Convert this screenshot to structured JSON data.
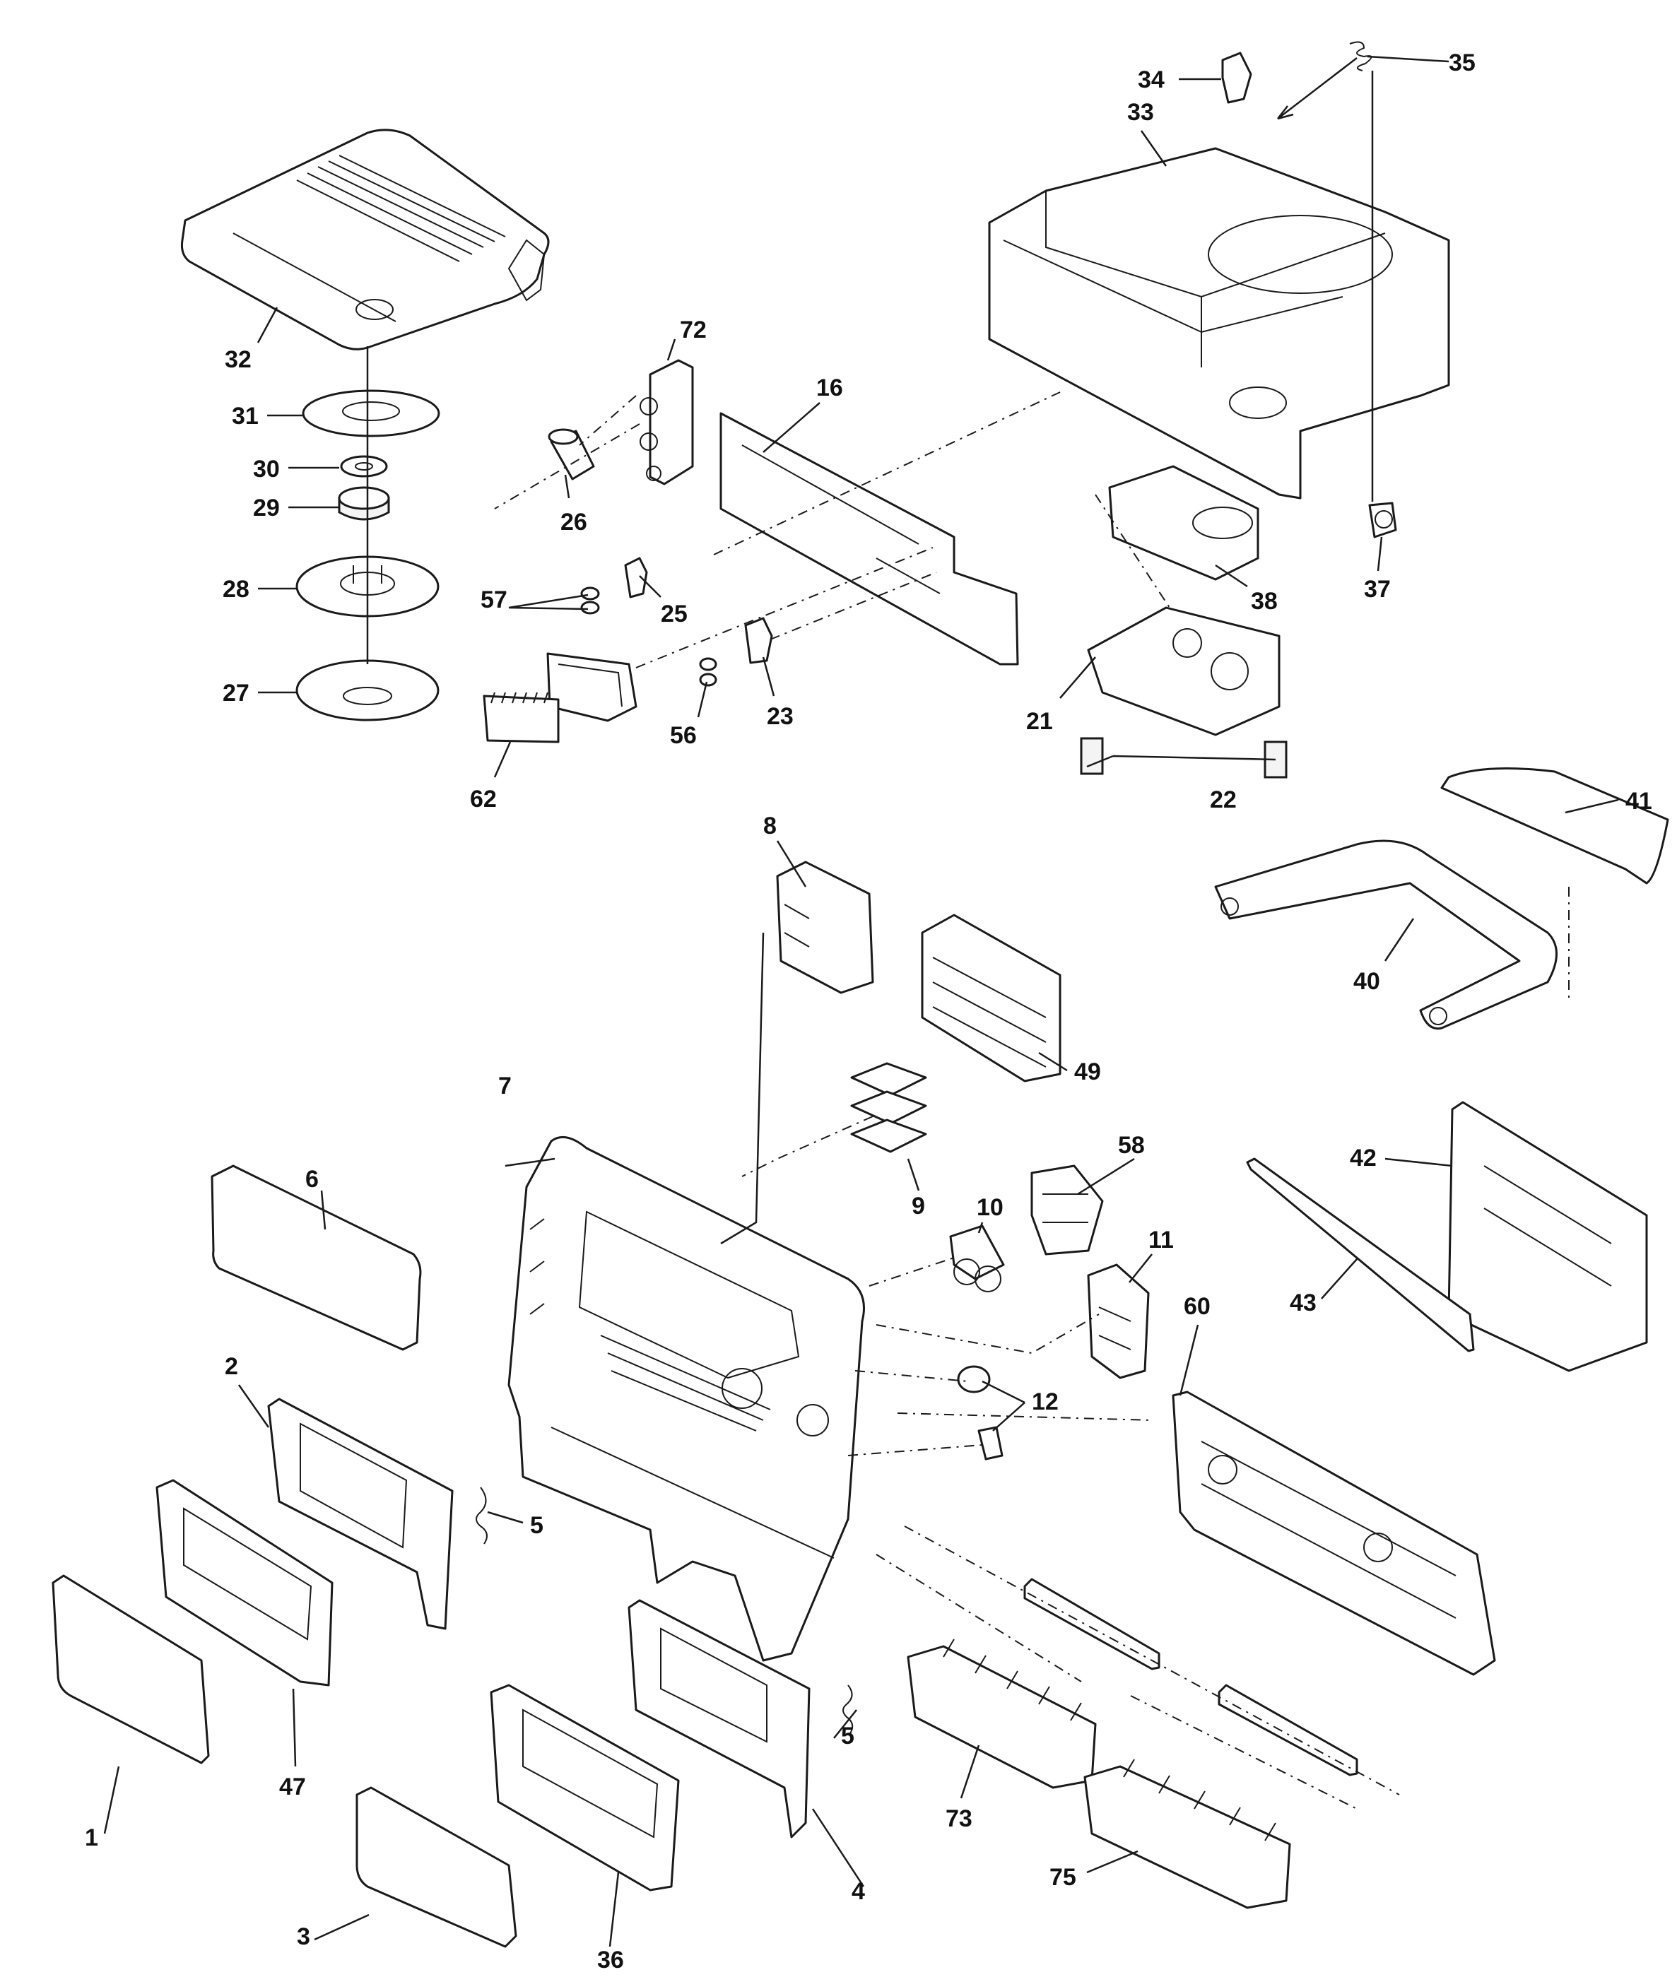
{
  "diagram": {
    "background": "#ffffff",
    "line_color": "#1a1a1a",
    "callouts": [
      {
        "id": "1",
        "label": "1"
      },
      {
        "id": "2",
        "label": "2"
      },
      {
        "id": "3",
        "label": "3"
      },
      {
        "id": "4",
        "label": "4"
      },
      {
        "id": "5a",
        "label": "5"
      },
      {
        "id": "5b",
        "label": "5"
      },
      {
        "id": "6",
        "label": "6"
      },
      {
        "id": "7",
        "label": "7"
      },
      {
        "id": "8",
        "label": "8"
      },
      {
        "id": "9",
        "label": "9"
      },
      {
        "id": "10",
        "label": "10"
      },
      {
        "id": "11",
        "label": "11"
      },
      {
        "id": "12",
        "label": "12"
      },
      {
        "id": "16",
        "label": "16"
      },
      {
        "id": "21",
        "label": "21"
      },
      {
        "id": "22",
        "label": "22"
      },
      {
        "id": "23",
        "label": "23"
      },
      {
        "id": "25",
        "label": "25"
      },
      {
        "id": "26",
        "label": "26"
      },
      {
        "id": "27",
        "label": "27"
      },
      {
        "id": "28",
        "label": "28"
      },
      {
        "id": "29",
        "label": "29"
      },
      {
        "id": "30",
        "label": "30"
      },
      {
        "id": "31",
        "label": "31"
      },
      {
        "id": "32",
        "label": "32"
      },
      {
        "id": "33",
        "label": "33"
      },
      {
        "id": "34",
        "label": "34"
      },
      {
        "id": "35",
        "label": "35"
      },
      {
        "id": "36",
        "label": "36"
      },
      {
        "id": "37",
        "label": "37"
      },
      {
        "id": "38",
        "label": "38"
      },
      {
        "id": "40",
        "label": "40"
      },
      {
        "id": "41",
        "label": "41"
      },
      {
        "id": "42",
        "label": "42"
      },
      {
        "id": "43",
        "label": "43"
      },
      {
        "id": "47",
        "label": "47"
      },
      {
        "id": "49",
        "label": "49"
      },
      {
        "id": "56",
        "label": "56"
      },
      {
        "id": "57",
        "label": "57"
      },
      {
        "id": "58",
        "label": "58"
      },
      {
        "id": "60",
        "label": "60"
      },
      {
        "id": "62",
        "label": "62"
      },
      {
        "id": "72",
        "label": "72"
      },
      {
        "id": "73",
        "label": "73"
      },
      {
        "id": "75",
        "label": "75"
      }
    ]
  }
}
